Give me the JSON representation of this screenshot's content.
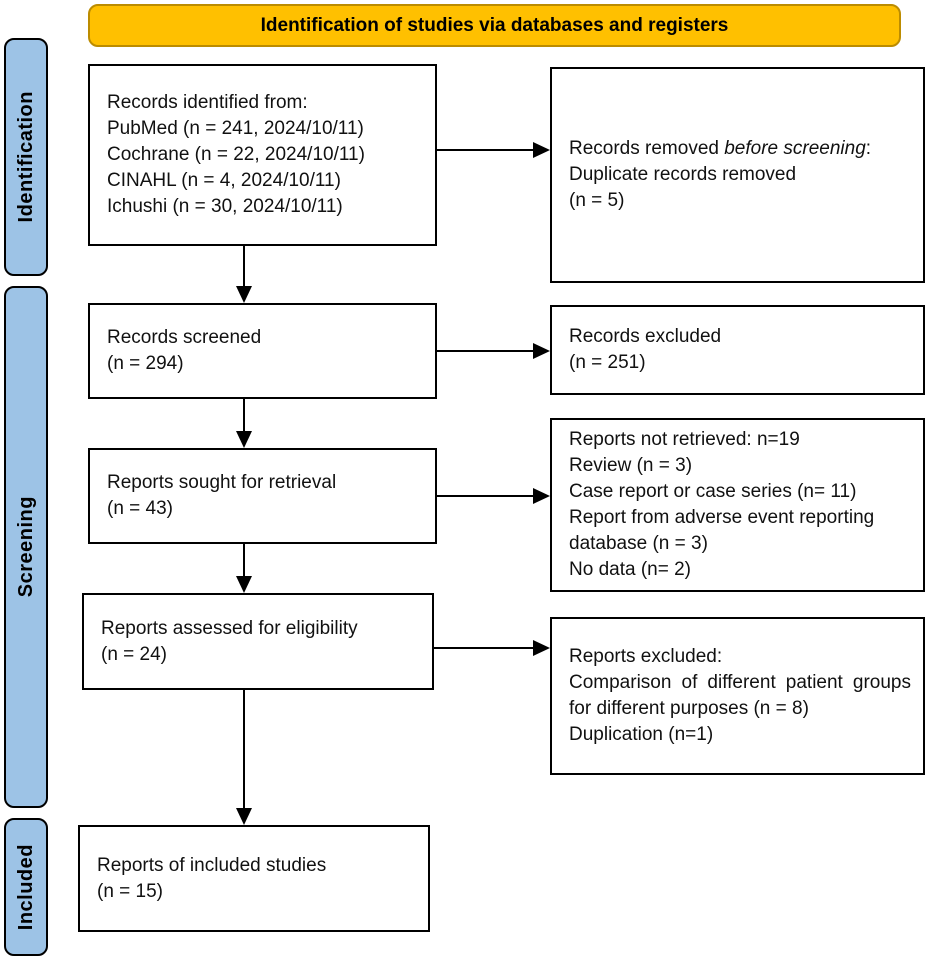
{
  "header": {
    "title": "Identification of studies via databases and registers"
  },
  "stages": [
    {
      "label": "Identification"
    },
    {
      "label": "Screening"
    },
    {
      "label": "Included"
    }
  ],
  "colors": {
    "header_fill": "#FFC000",
    "header_border": "#BC8C00",
    "stage_fill": "#9DC3E6",
    "box_border": "#000000",
    "arrow": "#000000"
  },
  "boxes": {
    "identified": {
      "lines": [
        "Records identified from:",
        "PubMed (n = 241, 2024/10/11)",
        "Cochrane (n = 22, 2024/10/11)",
        "CINAHL (n = 4, 2024/10/11)",
        "Ichushi (n = 30, 2024/10/11)"
      ]
    },
    "removed": {
      "prefix": "Records removed ",
      "italic": "before screening",
      "suffix": ":",
      "lines": [
        "Duplicate records removed",
        "(n = 5)"
      ]
    },
    "screened": {
      "lines": [
        "Records screened",
        "(n = 294)"
      ]
    },
    "records_excluded": {
      "lines": [
        "Records excluded",
        "(n = 251)"
      ]
    },
    "sought": {
      "lines": [
        "Reports sought for retrieval",
        "(n = 43)"
      ]
    },
    "not_retrieved": {
      "lines": [
        "Reports not retrieved: n=19",
        "Review (n = 3)",
        "Case report or case series (n= 11)",
        "Report from adverse event reporting database (n = 3)",
        "No data (n= 2)"
      ]
    },
    "assessed": {
      "lines": [
        "Reports assessed for eligibility",
        "(n = 24)"
      ]
    },
    "reports_excluded": {
      "lines": [
        "Reports excluded:",
        "Comparison of different patient groups for different purposes (n = 8)",
        "Duplication (n=1)"
      ]
    },
    "included": {
      "lines": [
        "Reports of included studies",
        "(n = 15)"
      ]
    }
  }
}
